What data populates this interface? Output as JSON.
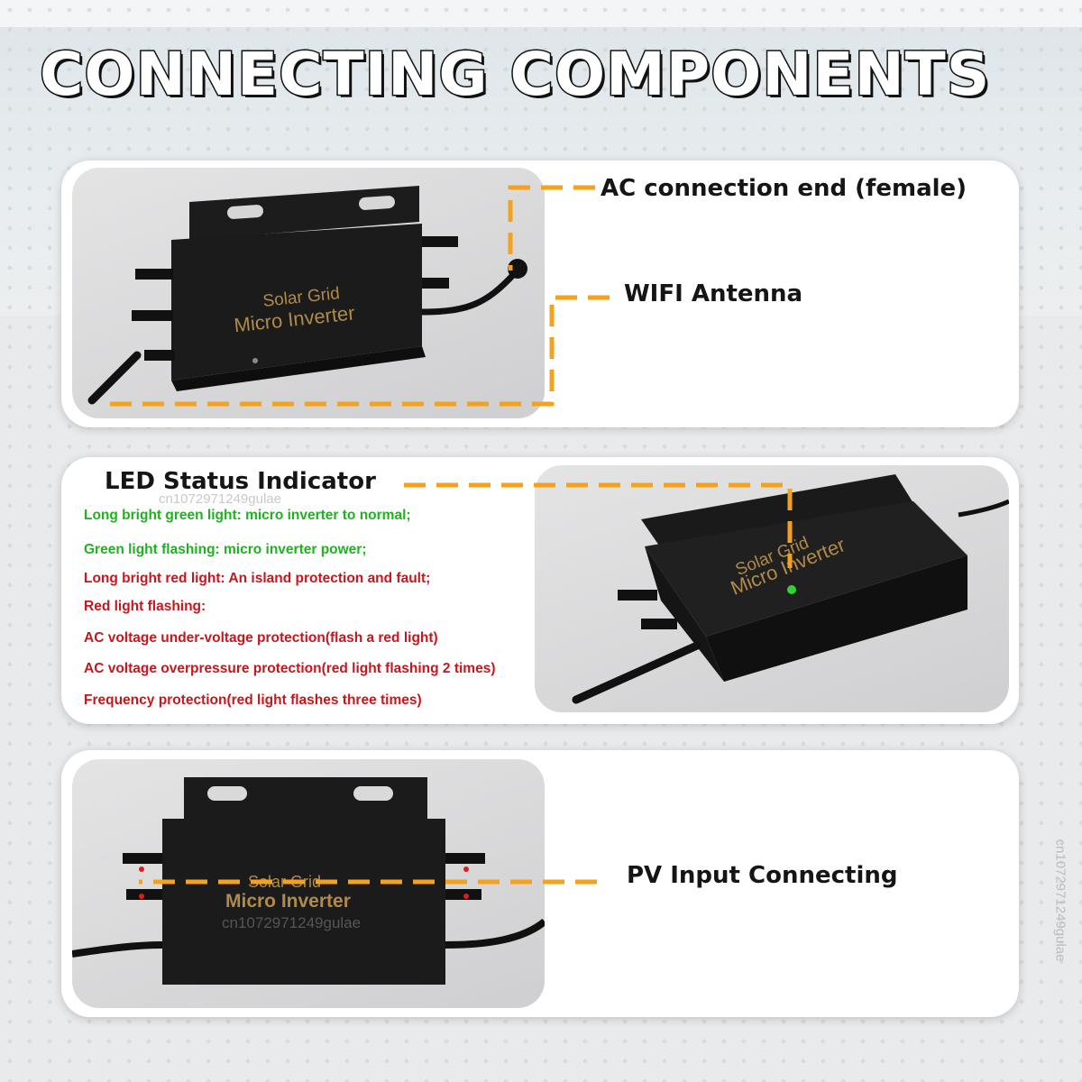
{
  "title": "CONNECTING COMPONENTS",
  "watermark": "cn1072971249gulae",
  "section1": {
    "product_label_line1": "Solar Grid",
    "product_label_line2": "Micro Inverter",
    "callout_ac": "AC connection end (female)",
    "callout_wifi": "WIFI Antenna"
  },
  "section2": {
    "heading": "LED Status Indicator",
    "items": [
      {
        "text": "Long bright green light: micro inverter to normal;",
        "color": "green"
      },
      {
        "text": "Green light flashing: micro inverter power;",
        "color": "green"
      },
      {
        "text": "Long bright red light: An island protection and fault;",
        "color": "red"
      },
      {
        "text": "Red light flashing:",
        "color": "red"
      },
      {
        "text": "AC voltage under-voltage protection(flash a red light)",
        "color": "red"
      },
      {
        "text": "AC voltage overpressure protection(red light flashing 2 times)",
        "color": "red"
      },
      {
        "text": "Frequency protection(red light flashes three times)",
        "color": "red"
      }
    ],
    "product_label_line1": "Solar Grid",
    "product_label_line2": "Micro Inverter"
  },
  "section3": {
    "callout_pv": "PV Input Connecting",
    "product_label_line1": "Solar Grid",
    "product_label_line2": "Micro Inverter"
  },
  "colors": {
    "accent_orange": "#f4a21e",
    "led_green": "#1fb21f",
    "text_red": "#c8161d",
    "inverter_body": "#1b1b1b",
    "label_gold": "#b08a4a"
  }
}
